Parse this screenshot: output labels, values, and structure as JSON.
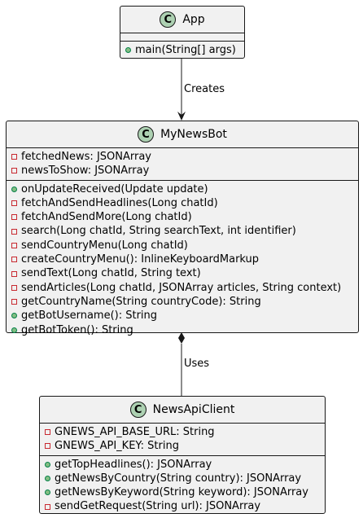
{
  "classes": {
    "app": {
      "name": "App",
      "stereotype_letter": "C",
      "fields": [],
      "methods": [
        {
          "visibility": "public",
          "text": "main(String[] args)"
        }
      ]
    },
    "mynewsbot": {
      "name": "MyNewsBot",
      "stereotype_letter": "C",
      "fields": [
        {
          "visibility": "private",
          "text": "fetchedNews: JSONArray"
        },
        {
          "visibility": "private",
          "text": "newsToShow: JSONArray"
        }
      ],
      "methods": [
        {
          "visibility": "public",
          "text": "onUpdateReceived(Update update)"
        },
        {
          "visibility": "private",
          "text": "fetchAndSendHeadlines(Long chatId)"
        },
        {
          "visibility": "private",
          "text": "fetchAndSendMore(Long chatId)"
        },
        {
          "visibility": "private",
          "text": "search(Long chatId, String searchText, int identifier)"
        },
        {
          "visibility": "private",
          "text": "sendCountryMenu(Long chatId)"
        },
        {
          "visibility": "private",
          "text": "createCountryMenu(): InlineKeyboardMarkup"
        },
        {
          "visibility": "private",
          "text": "sendText(Long chatId, String text)"
        },
        {
          "visibility": "private",
          "text": "sendArticles(Long chatId, JSONArray articles, String context)"
        },
        {
          "visibility": "private",
          "text": "getCountryName(String countryCode): String"
        },
        {
          "visibility": "public",
          "text": "getBotUsername(): String"
        },
        {
          "visibility": "public",
          "text": "getBotToken(): String"
        }
      ]
    },
    "newsapiclient": {
      "name": "NewsApiClient",
      "stereotype_letter": "C",
      "fields": [
        {
          "visibility": "private",
          "text": "GNEWS_API_BASE_URL: String"
        },
        {
          "visibility": "private",
          "text": "GNEWS_API_KEY: String"
        }
      ],
      "methods": [
        {
          "visibility": "public",
          "text": "getTopHeadlines(): JSONArray"
        },
        {
          "visibility": "public",
          "text": "getNewsByCountry(String country): JSONArray"
        },
        {
          "visibility": "public",
          "text": "getNewsByKeyword(String keyword): JSONArray"
        },
        {
          "visibility": "private",
          "text": "sendGetRequest(String url): JSONArray"
        }
      ]
    }
  },
  "relations": {
    "creates_label": "Creates",
    "uses_label": "Uses"
  },
  "colors": {
    "class_fill": "#f1f1f1",
    "border": "#181818",
    "stereotype_circle": "#add1b2",
    "public_marker": "#84be84",
    "private_marker": "#c82930"
  }
}
